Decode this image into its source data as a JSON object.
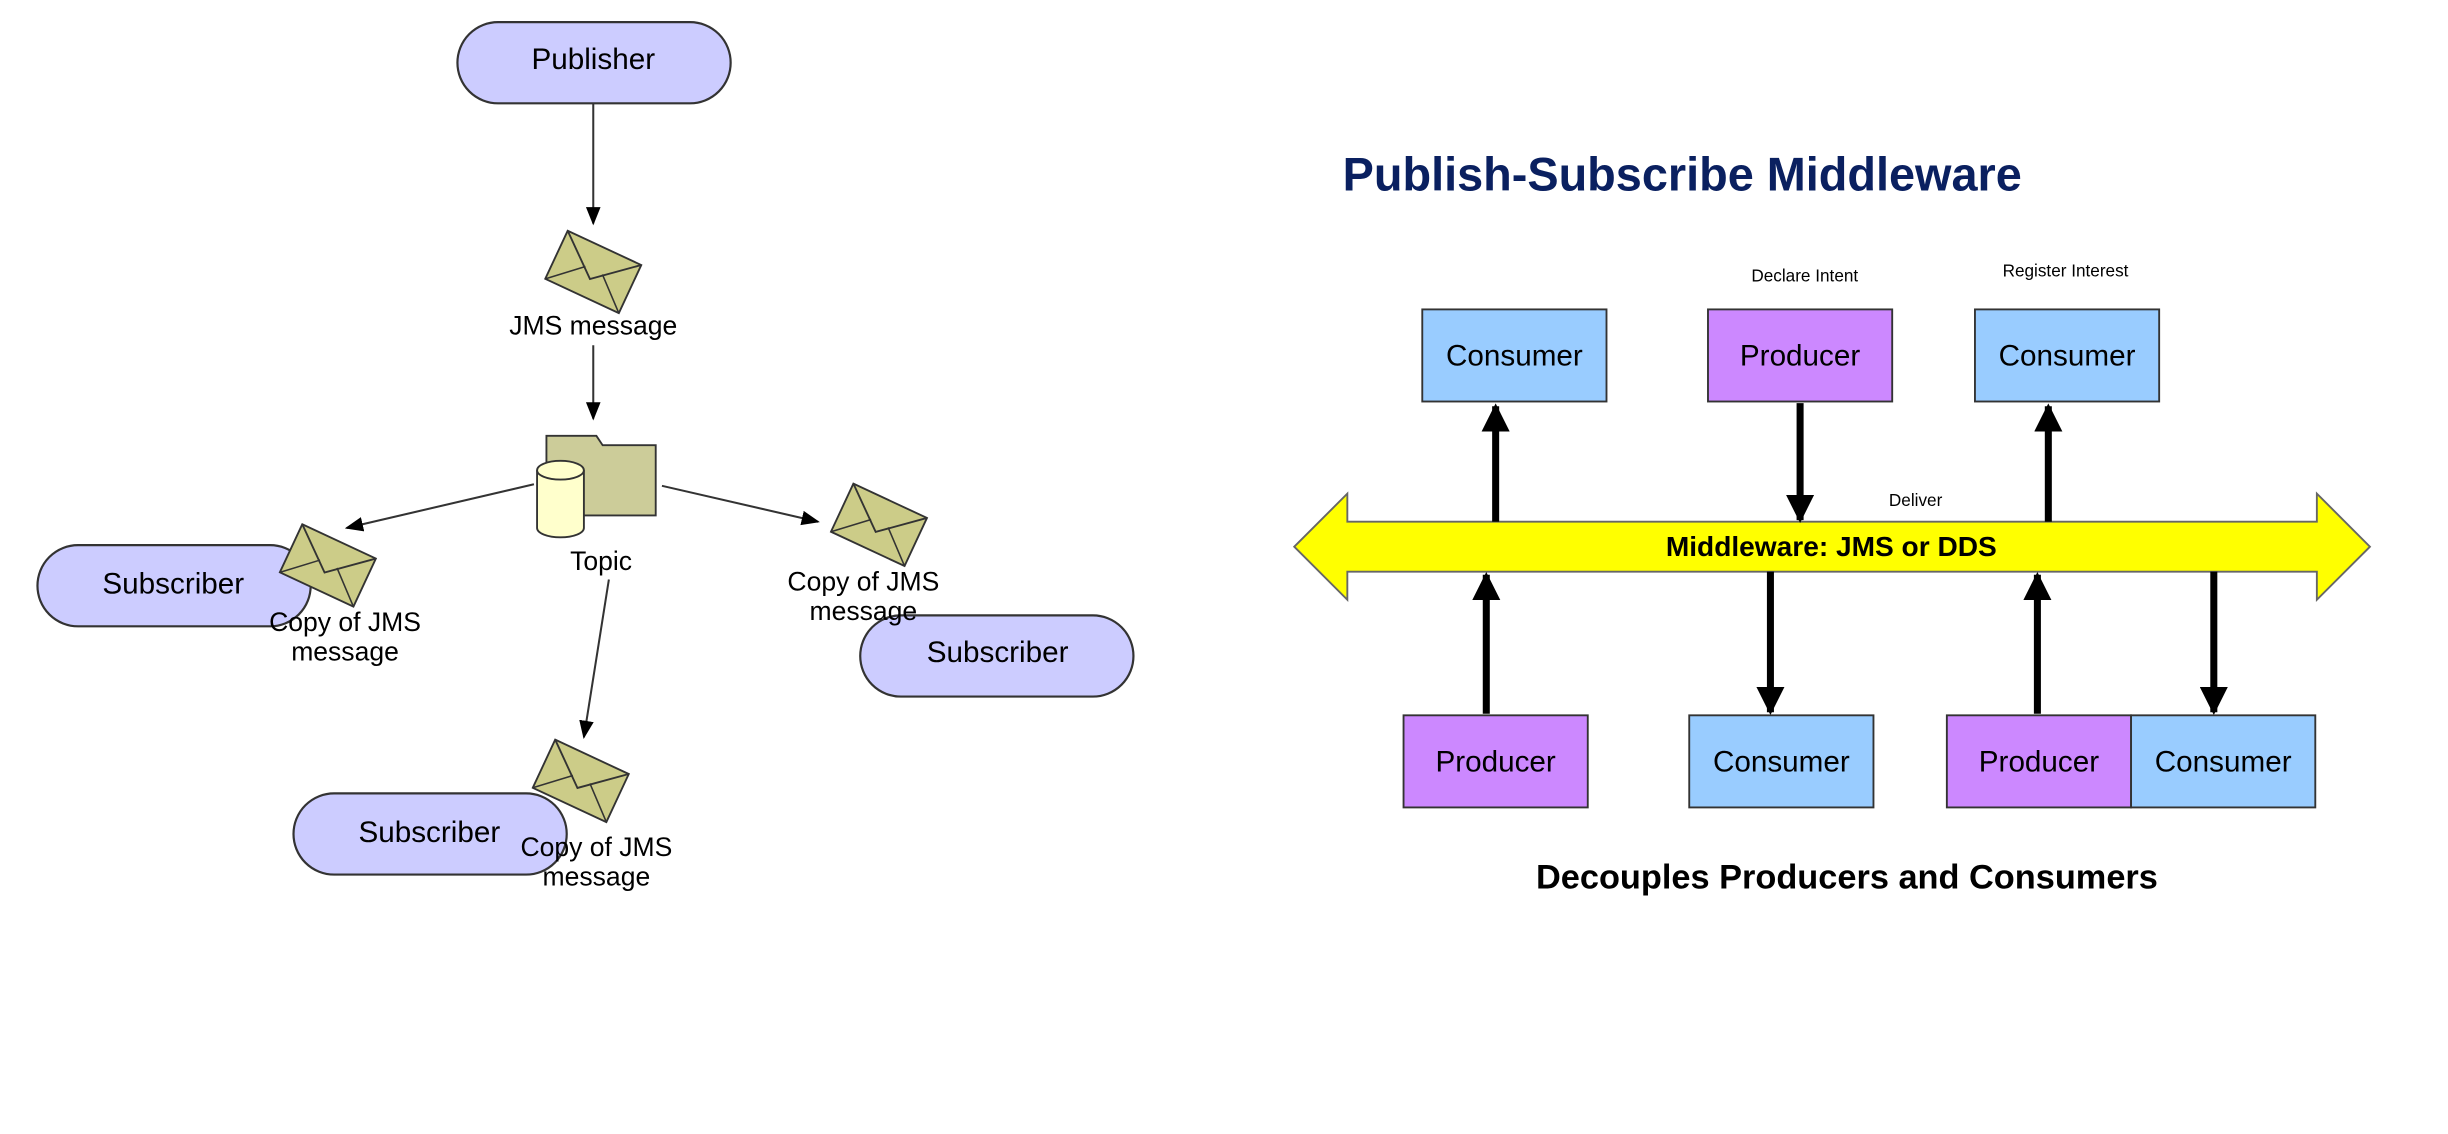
{
  "left_diagram": {
    "publisher_label": "Publisher",
    "message_label": "JMS message",
    "topic_label": "Topic",
    "subscriber_label": "Subscriber",
    "copy_label_line1": "Copy of JMS",
    "copy_label_line2": "message"
  },
  "right_diagram": {
    "title": "Publish-Subscribe Middleware",
    "declare_intent": "Declare Intent",
    "register_interest": "Register Interest",
    "deliver": "Deliver",
    "middleware_label": "Middleware: JMS or DDS",
    "consumer_label": "Consumer",
    "producer_label": "Producer",
    "caption": "Decouples Producers and Consumers"
  },
  "colors": {
    "node_fill": "#ccccff",
    "envelope_fill": "#cccc88",
    "folder_fill": "#cccc99",
    "cylinder_fill": "#ffffcc",
    "consumer_fill": "#99ccff",
    "producer_fill": "#cc88ff",
    "bus_fill": "#ffff00",
    "title_color": "#0a2060"
  }
}
